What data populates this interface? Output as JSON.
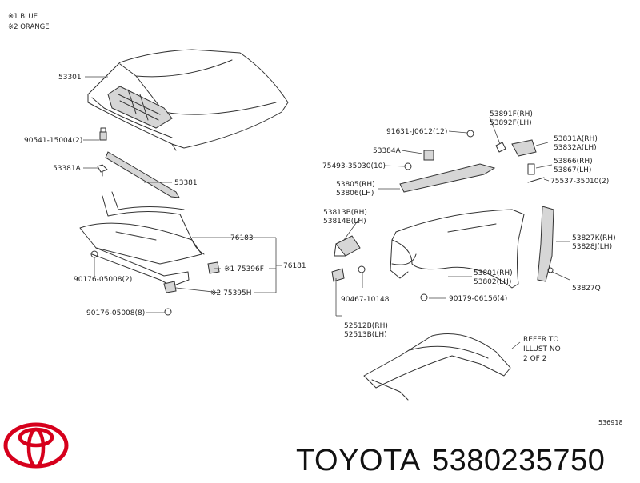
{
  "legend": [
    "※1 BLUE",
    "※2 ORANGE"
  ],
  "labels": {
    "p53301": "53301",
    "p90541": "90541-15004(2)",
    "p53381a": "53381A",
    "p53381": "53381",
    "p76183": "76183",
    "p76181": "76181",
    "p75396f": "※1 75396F",
    "p75395h": "※2 75395H",
    "p90176a": "90176-05008(2)",
    "p90176b": "90176-05008(8)",
    "p91631": "91631-J0612(12)",
    "p53384a": "53384A",
    "p75493": "75493-35030(10)",
    "p53805": "53805(RH)",
    "p53806": "53806(LH)",
    "p53891f": "53891F(RH)",
    "p53892f": "53892F(LH)",
    "p53831a": "53831A(RH)",
    "p53832a": "53832A(LH)",
    "p53866": "53866(RH)",
    "p53867": "53867(LH)",
    "p75537": "75537-35010(2)",
    "p53813b": "53813B(RH)",
    "p53814b": "53814B(LH)",
    "p53827k": "53827K(RH)",
    "p53828j": "53828J(LH)",
    "p53827q": "53827Q",
    "p53801": "53801(RH)",
    "p53802": "53802(LH)",
    "p90467": "90467-10148",
    "p90179": "90179-06156(4)",
    "p52512b": "52512B(RH)",
    "p52513b": "52513B(LH)",
    "refer1": "REFER TO",
    "refer2": "ILLUST NO",
    "refer3": "2 OF 2",
    "illust": "536918"
  },
  "footer": {
    "brand": "TOYOTA",
    "part_number": "5380235750"
  },
  "colors": {
    "logo": "#d6001c",
    "line": "#333333"
  }
}
